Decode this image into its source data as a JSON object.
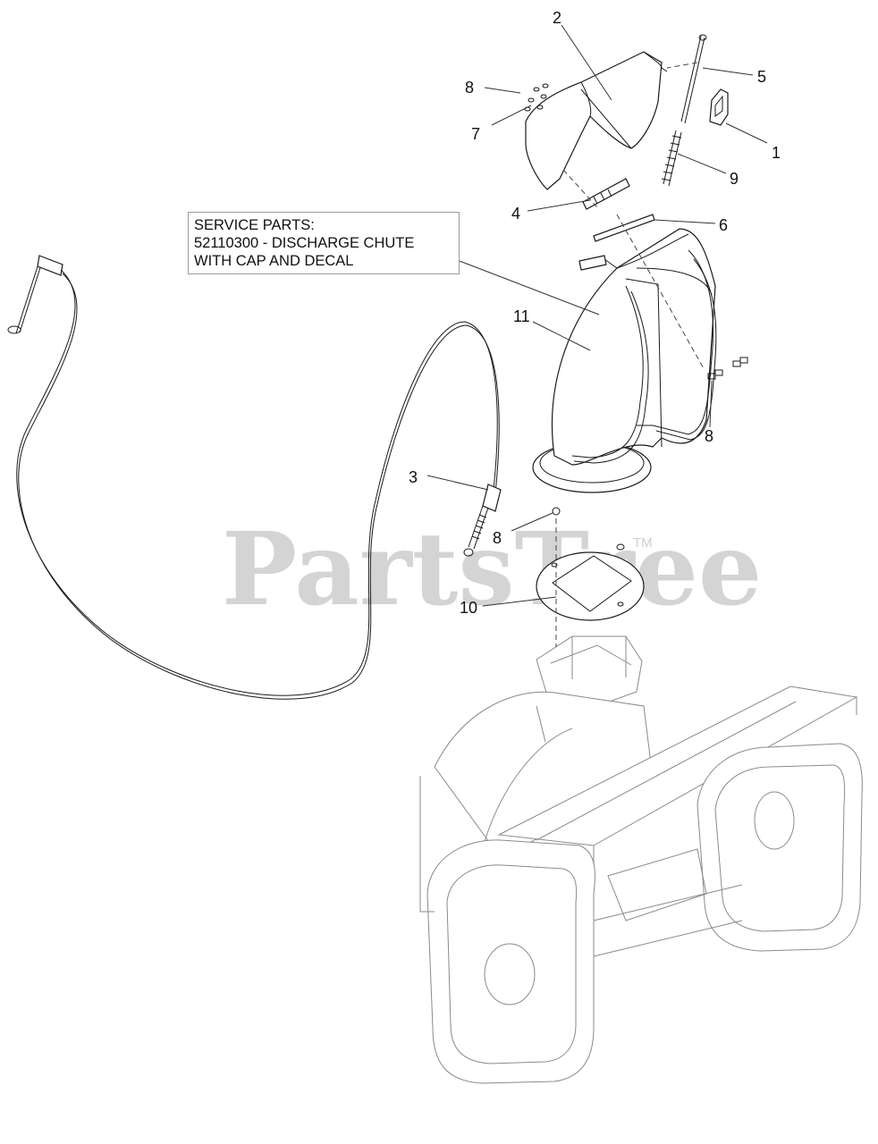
{
  "service_note": {
    "line1": "SERVICE PARTS:",
    "line2": "52110300 - DISCHARGE CHUTE",
    "line3": "WITH CAP AND DECAL"
  },
  "watermark": {
    "text": "PartsTree",
    "trademark": "TM"
  },
  "callouts": {
    "c1": "1",
    "c2": "2",
    "c3": "3",
    "c4": "4",
    "c5": "5",
    "c6": "6",
    "c7": "7",
    "c8a": "8",
    "c8b": "8",
    "c8c": "8",
    "c9": "9",
    "c10": "10",
    "c11": "11"
  }
}
